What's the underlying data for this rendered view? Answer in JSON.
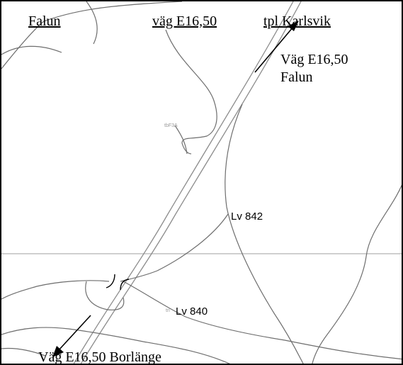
{
  "title": {
    "from": "Falun",
    "road": "väg E16,50",
    "junction": "tpl Karlsvik"
  },
  "labels": {
    "direction_north_line1": "Väg E16,50",
    "direction_north_line2": "Falun",
    "direction_south": "Väg E16,50 Borlänge",
    "road_lv842": "Lv 842",
    "road_lv840": "Lv 840",
    "faint_marker_1": "tbF3A",
    "faint_marker_2": "trl"
  },
  "colors": {
    "road_line": "#6e6e6e",
    "highway_line": "#8c8c8c",
    "grid_line": "#cfcfcf",
    "arrow": "#000000"
  },
  "icons": [
    "arrow-north-icon",
    "arrow-south-icon",
    "junction-bracket-icon"
  ]
}
